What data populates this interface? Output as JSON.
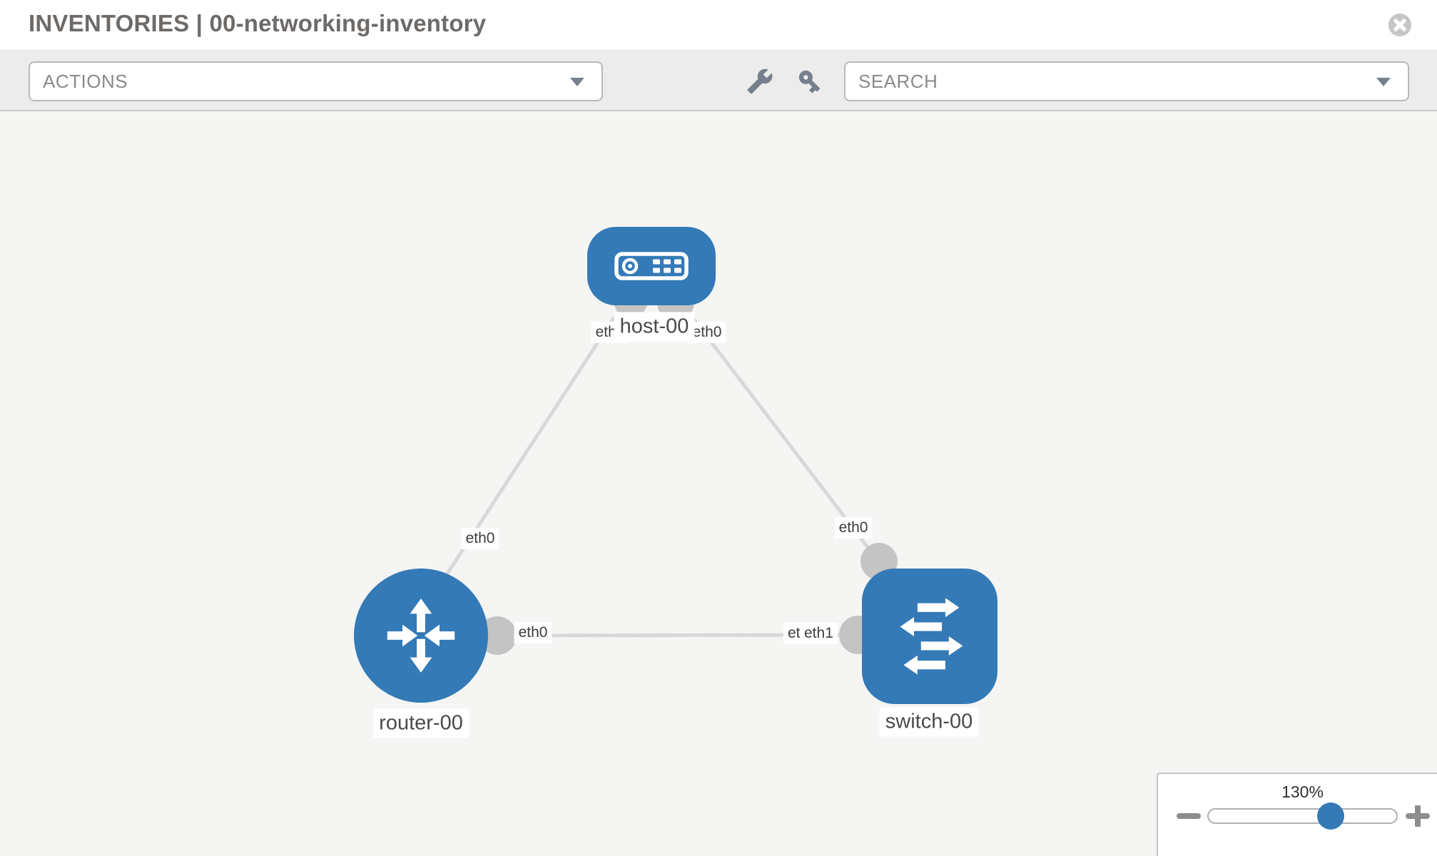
{
  "header": {
    "title": "INVENTORIES | 00-networking-inventory"
  },
  "toolbar": {
    "actions_label": "ACTIONS",
    "search_label": "SEARCH"
  },
  "topology": {
    "nodes": [
      {
        "name": "host-00",
        "type": "host",
        "icon": "server-icon"
      },
      {
        "name": "router-00",
        "type": "router",
        "icon": "router-arrows-icon"
      },
      {
        "name": "switch-00",
        "type": "switch",
        "icon": "switch-arrows-icon"
      }
    ],
    "links": [
      {
        "from": "host-00",
        "from_interface": "eth0",
        "to": "router-00",
        "to_interface": "eth0"
      },
      {
        "from": "host-00",
        "from_interface": "eth0",
        "to": "switch-00",
        "to_interface": "eth0"
      },
      {
        "from": "router-00",
        "from_interface": "eth0",
        "to": "switch-00",
        "to_interface": "eth1"
      }
    ],
    "labels": {
      "host": "host-00",
      "router": "router-00",
      "switch": "switch-00",
      "host_left_iface": "eth0",
      "host_right_iface": "eth0",
      "router_top_iface": "eth0",
      "switch_top_iface": "eth0",
      "router_right_iface": "eth0",
      "switch_left_iface_under": "eth0",
      "switch_left_iface_over": "eth1"
    }
  },
  "zoom_panel": {
    "level": "130%",
    "value_percent": 130
  },
  "icons": {
    "close": "x-circle",
    "wrench": "wrench",
    "key": "key",
    "dropdown_caret": "chevron-down",
    "zoom_out": "minus",
    "zoom_in": "plus"
  },
  "colors": {
    "node_blue": "#337ab7",
    "link_gray": "#d8d8d8",
    "interface_gray": "#c4c4c4",
    "toolbar_bg": "#ececec",
    "canvas_bg": "#f5f5f4",
    "title_gray": "#6d6a68"
  }
}
